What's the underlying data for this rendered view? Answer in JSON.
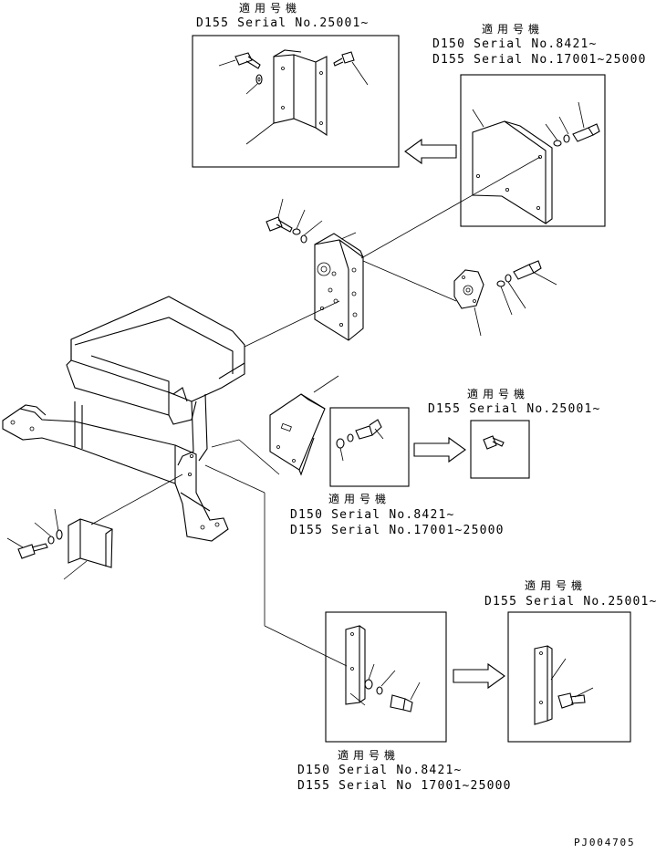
{
  "applicable_label": "適用号機",
  "box_a": {
    "lines": [
      "D155 Serial No.25001~"
    ]
  },
  "box_b": {
    "lines": [
      "D150 Serial No.8421~",
      "D155 Serial No.17001~25000"
    ]
  },
  "box_c": {
    "lines": [
      "D155 Serial No.25001~"
    ]
  },
  "box_d": {
    "lines": [
      "D150 Serial No.8421~",
      "D155 Serial No.17001~25000"
    ]
  },
  "box_e": {
    "lines": [
      "D150 Serial No.8421~",
      "D155 Serial No 17001~25000"
    ]
  },
  "box_f": {
    "lines": [
      "D155 Serial No.25001~"
    ]
  },
  "drawing_code": "PJ004705"
}
